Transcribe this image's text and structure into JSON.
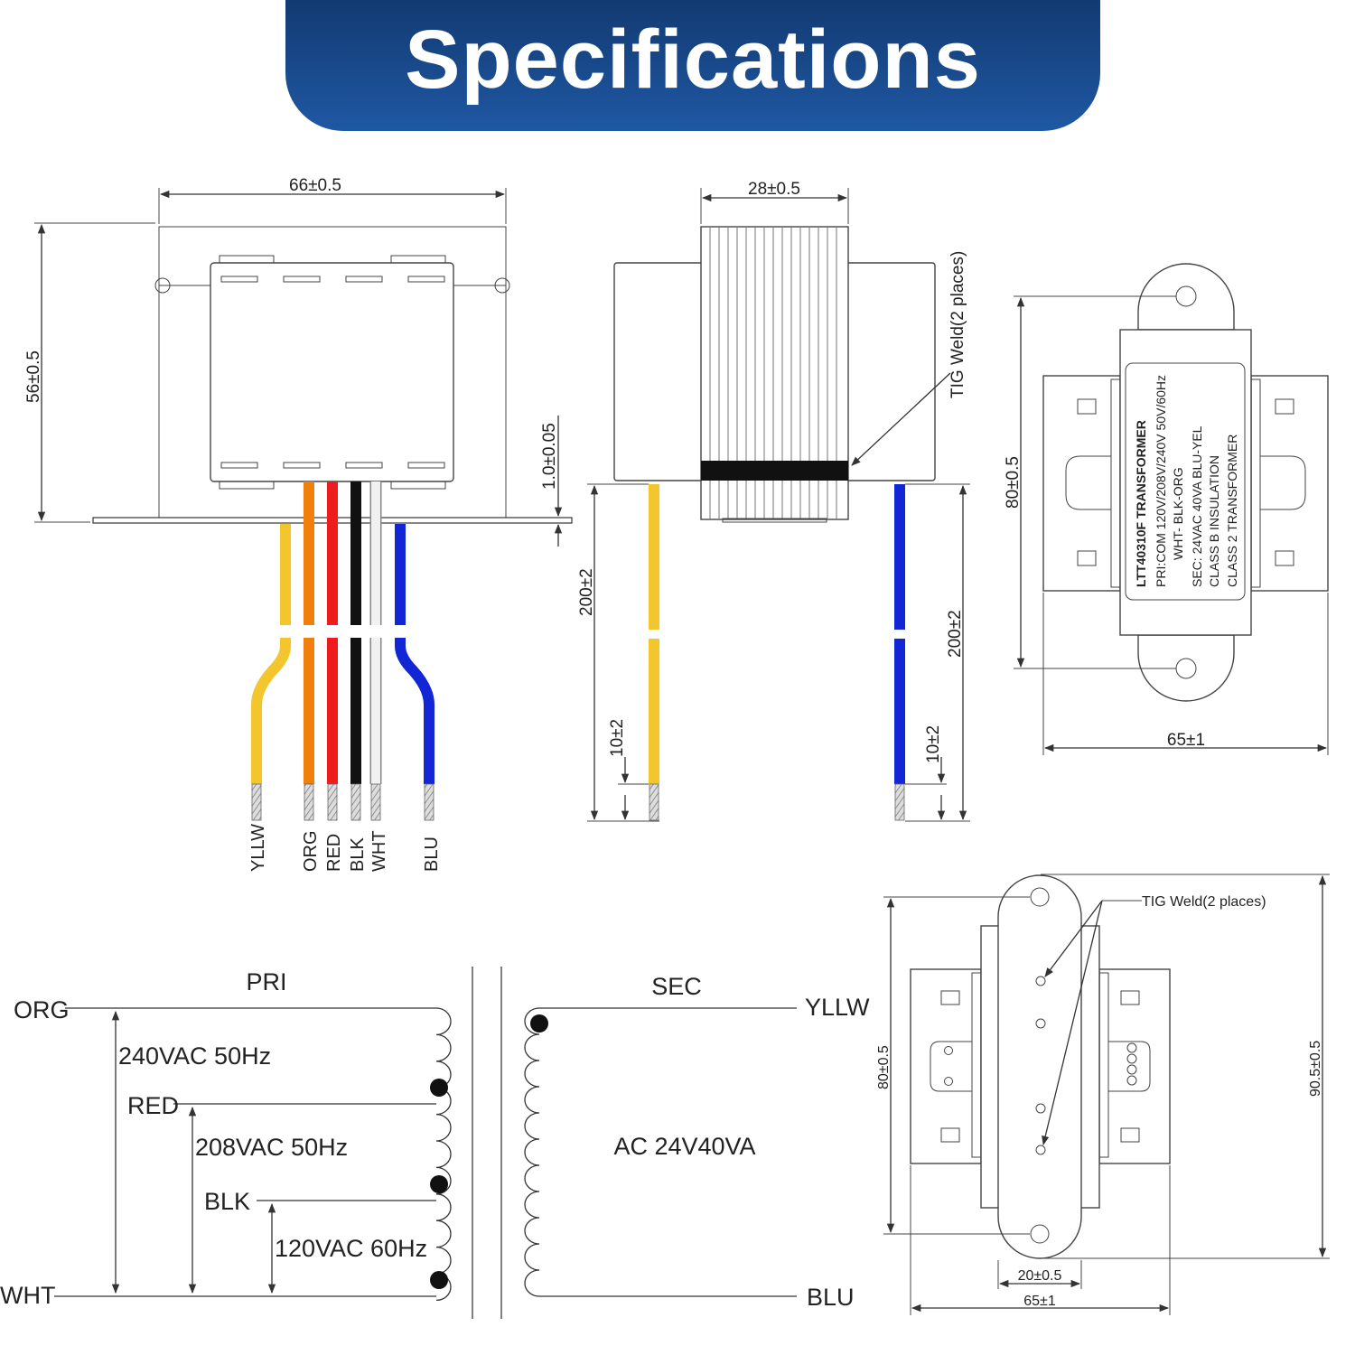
{
  "banner": {
    "title": "Specifications"
  },
  "colors": {
    "banner_top": "#123a72",
    "banner_bottom": "#1f58a3",
    "wire_yellow": "#f4c62e",
    "wire_orange": "#f07f0c",
    "wire_red": "#ee1c1c",
    "wire_black": "#111111",
    "wire_white": "#e8e8e8",
    "wire_blue": "#1226d6"
  },
  "front_view": {
    "width_dim": "66±0.5",
    "height_dim": "56±0.5",
    "plate_thickness_dim": "1.0±0.05",
    "wire_labels": [
      "YLLW",
      "ORG",
      "RED",
      "BLK",
      "WHT",
      "BLU"
    ]
  },
  "side_view": {
    "width_dim": "28±0.5",
    "weld_note": "TIG Weld(2 places)",
    "lead_length_left": "200±2",
    "strip_length_left": "10±2",
    "lead_length_right": "200±2",
    "strip_length_right": "10±2"
  },
  "top_view": {
    "height_dim": "80±0.5",
    "width_dim": "65±1",
    "nameplate": [
      "LTT40310F  TRANSFORMER",
      "PRI:COM 120V/208V/240V 50V/60Hz",
      "WHT- BLK-ORG",
      "SEC: 24VAC  40VA  BLU-YEL",
      "CLASS B INSULATION",
      "CLASS 2 TRANSFORMER"
    ]
  },
  "bottom_view": {
    "weld_note": "TIG Weld(2 places)",
    "height_dim": "80±0.5",
    "overall_height_dim": "90.5±0.5",
    "bracket_width_dim": "20±0.5",
    "width_dim": "65±1"
  },
  "schematic": {
    "pri_title": "PRI",
    "sec_title": "SEC",
    "org_label": "ORG",
    "red_label": "RED",
    "blk_label": "BLK",
    "wht_label": "WHT",
    "v240": "240VAC 50Hz",
    "v208": "208VAC 50Hz",
    "v120": "120VAC 60Hz",
    "yllw_label": "YLLW",
    "blu_label": "BLU",
    "sec_rating": "AC 24V40VA"
  }
}
